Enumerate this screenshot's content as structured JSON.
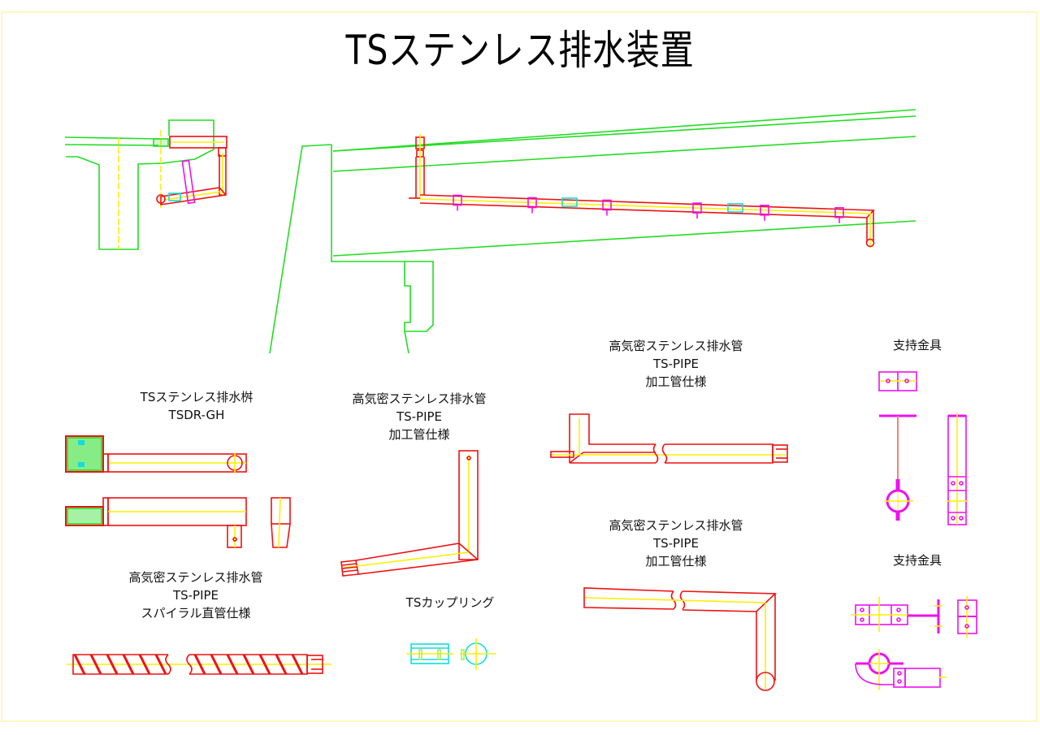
{
  "title": "TSステンレス排水装置",
  "colors": {
    "structure": "#22dd22",
    "pipe": "#ee1111",
    "centerline": "#ffee00",
    "bracket": "#ee11ee",
    "coupling": "#11dddd",
    "frame": "#fdf8c0"
  },
  "labels": {
    "basin": {
      "line1": "TSステンレス排水桝",
      "line2": "TSDR-GH"
    },
    "pipe_elbow_mid": {
      "line1": "高気密ステンレス排水管",
      "line2": "TS-PIPE",
      "line3": "加工管仕様"
    },
    "pipe_top_right": {
      "line1": "高気密ステンレス排水管",
      "line2": "TS-PIPE",
      "line3": "加工管仕様"
    },
    "pipe_bottom_right": {
      "line1": "高気密ステンレス排水管",
      "line2": "TS-PIPE",
      "line3": "加工管仕様"
    },
    "pipe_spiral": {
      "line1": "高気密ステンレス排水管",
      "line2": "TS-PIPE",
      "line3": "スパイラル直管仕様"
    },
    "coupling": {
      "line1": "TSカップリング"
    },
    "bracket_top": {
      "line1": "支持金具"
    },
    "bracket_bottom": {
      "line1": "支持金具"
    }
  }
}
